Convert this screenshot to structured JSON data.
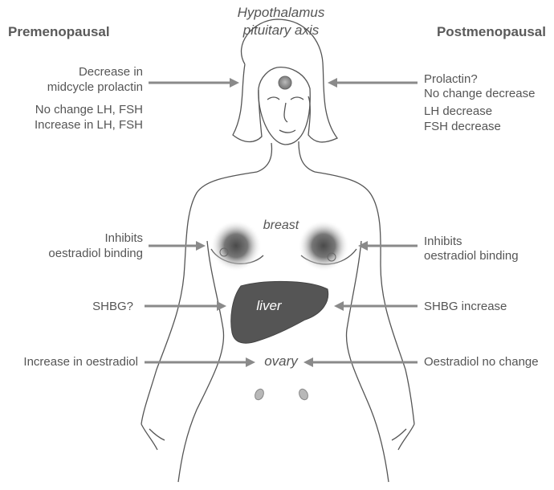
{
  "headers": {
    "left": "Premenopausal",
    "center_line1": "Hypothalamus",
    "center_line2": "pituitary axis",
    "right": "Postmenopausal"
  },
  "organs": {
    "breast": "breast",
    "liver": "liver",
    "ovary": "ovary"
  },
  "premenopausal": {
    "pituitary_1a": "Decrease in",
    "pituitary_1b": "midcycle prolactin",
    "pituitary_2a": "No change LH, FSH",
    "pituitary_2b": "Increase in LH, FSH",
    "breast_a": "Inhibits",
    "breast_b": "oestradiol binding",
    "liver": "SHBG?",
    "ovary": "Increase in oestradiol"
  },
  "postmenopausal": {
    "pituitary_1a": "Prolactin?",
    "pituitary_1b": "No change decrease",
    "pituitary_2a": "LH decrease",
    "pituitary_2b": "FSH decrease",
    "breast_a": "Inhibits",
    "breast_b": "oestradiol binding",
    "liver": "SHBG increase",
    "ovary": "Oestradiol no change"
  },
  "colors": {
    "arrow": "#8a8a8a",
    "outline": "#555555",
    "organ_fill": "#555555",
    "text": "#555555"
  }
}
